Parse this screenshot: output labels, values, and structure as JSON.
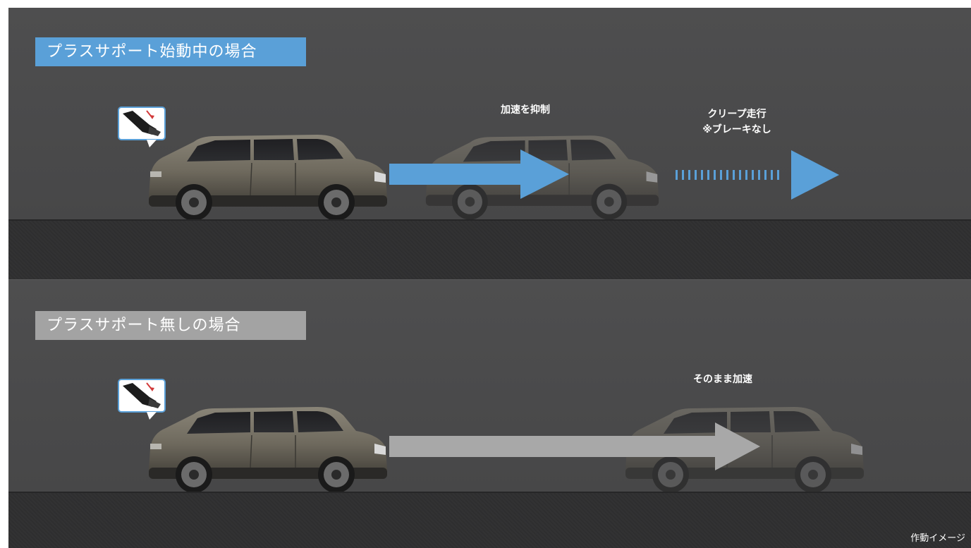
{
  "scenario_assist": {
    "title": "プラスサポート始動中の場合",
    "caption_suppress": "加速を抑制",
    "caption_creep_line1": "クリープ走行",
    "caption_creep_line2": "※ブレーキなし"
  },
  "scenario_none": {
    "title": "プラスサポート無しの場合",
    "caption_accelerate": "そのまま加速"
  },
  "footnote": "作動イメージ",
  "colors": {
    "assist_blue": "#5aa0d8",
    "none_gray": "#a8a8a8",
    "background": "#4b4b4c",
    "road": "#303031"
  }
}
